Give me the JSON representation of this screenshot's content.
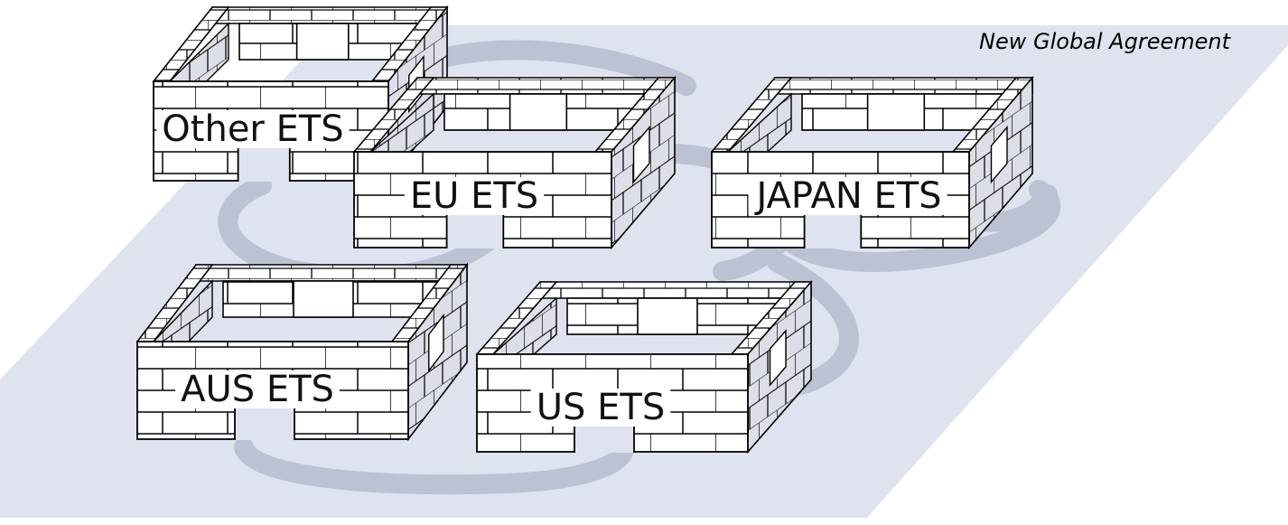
{
  "agreement": {
    "title": "New Global Agreement",
    "plane_color": "#dfe3ef",
    "thread_color": "#bcc1d4"
  },
  "schemes": [
    {
      "id": "other",
      "label": "Other ETS"
    },
    {
      "id": "eu",
      "label": "EU ETS"
    },
    {
      "id": "japan",
      "label": "JAPAN ETS"
    },
    {
      "id": "aus",
      "label": "AUS ETS"
    },
    {
      "id": "us",
      "label": "US ETS"
    }
  ]
}
